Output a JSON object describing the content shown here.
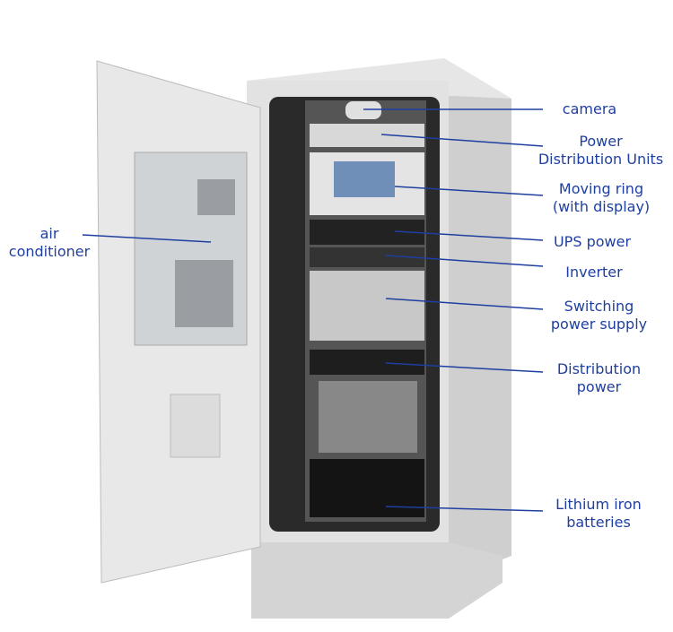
{
  "labels": {
    "camera": "camera",
    "pdu": [
      "Power",
      "Distribution Units"
    ],
    "moving_ring": [
      "Moving ring",
      "(with display)"
    ],
    "ups": "UPS power",
    "inverter": "Inverter",
    "switching": [
      "Switching",
      "power supply"
    ],
    "distribution": [
      "Distribution",
      "power"
    ],
    "lithium": [
      "Lithium iron",
      "batteries"
    ],
    "air": [
      "air",
      "conditioner"
    ]
  },
  "colors": {
    "label": "#1f3fa0",
    "cabinet": "#dcdcdc",
    "interior": "#2a2a2a"
  }
}
